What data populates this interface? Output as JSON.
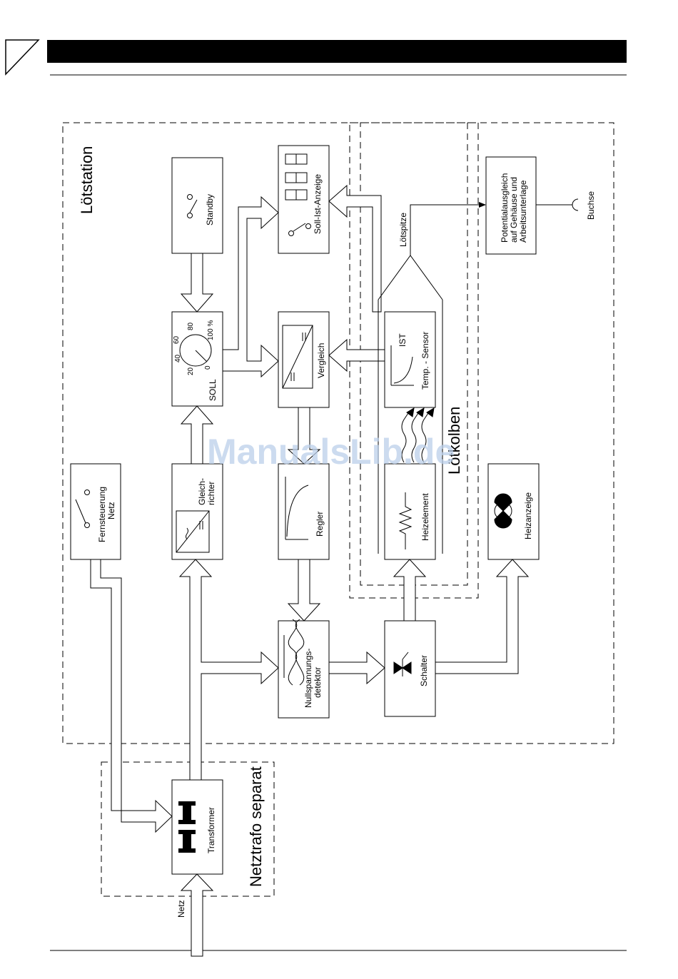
{
  "header": {
    "bar_color": "#000000"
  },
  "regions": {
    "loetstation": "Lötstation",
    "loetkolben": "Lötkolben",
    "netztrafo": "Netztrafo separat"
  },
  "blocks": {
    "standby": "Standby",
    "soll_ist_anzeige": "Soll-Ist-Anzeige",
    "potentialausgleich": [
      "Potentialausgleich",
      "auf Gehäuse und",
      "Arbeitsunterlage"
    ],
    "soll": "SOLL",
    "vergleich": "Vergleich",
    "ist": "IST",
    "temp_sensor": "Temp. - Sensor",
    "fernsteuerung": [
      "Fernsteuerung",
      "Netz"
    ],
    "gleichrichter": [
      "Gleich-",
      "richter"
    ],
    "regler": "Regler",
    "heizelement": "Heizelement",
    "heizanzeige": "Heizanzeige",
    "nullspannung": [
      "Nullspannungs-",
      "detektor"
    ],
    "schalter": "Schalter",
    "transformer": "Transformer"
  },
  "labels": {
    "loetspitze": "Lötspitze",
    "buchse": "Buchse",
    "netz": "Netz"
  },
  "dial_ticks": [
    "0",
    "20",
    "40",
    "60",
    "80",
    "100 %"
  ],
  "watermark": "ManualsLib.de"
}
